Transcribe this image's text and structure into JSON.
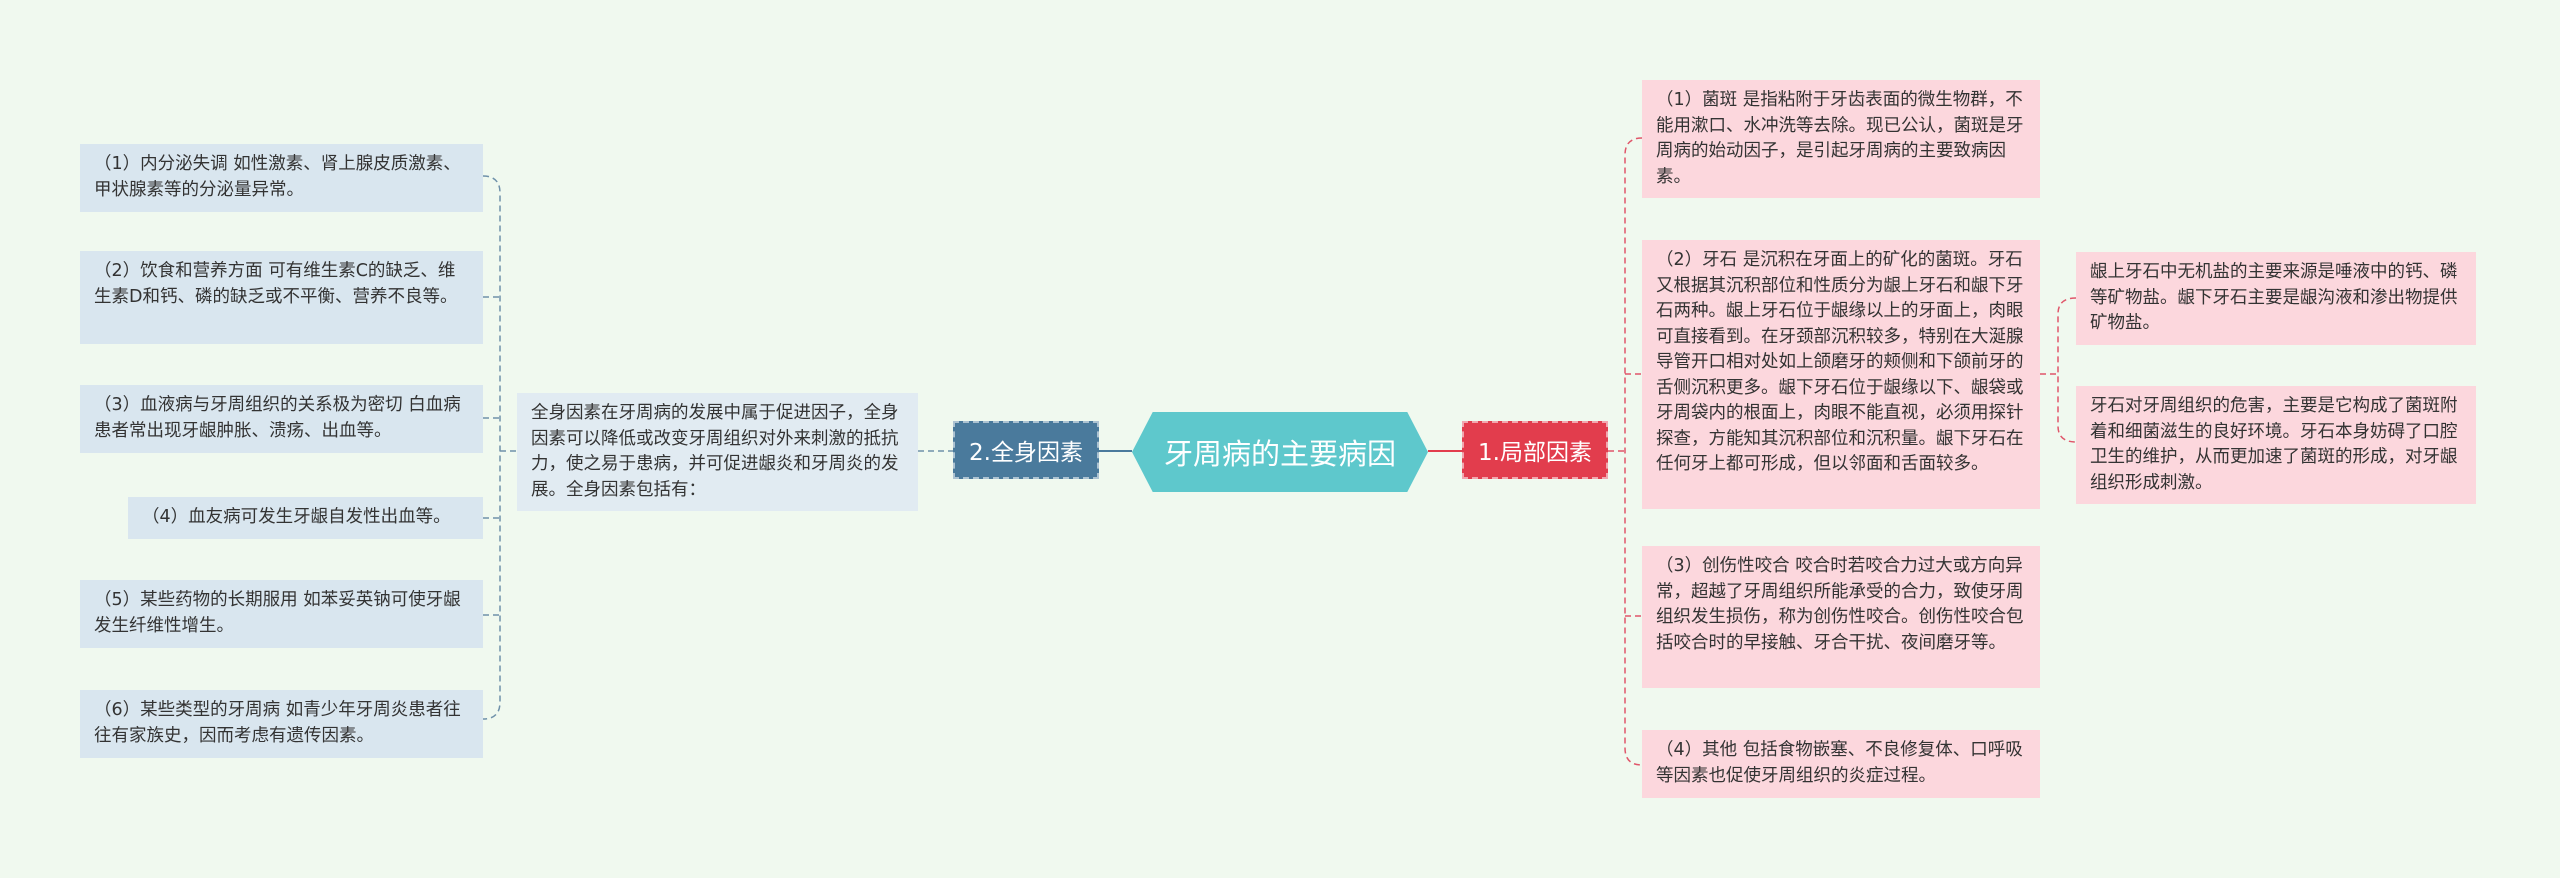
{
  "center": {
    "label": "牙周病的主要病因"
  },
  "right_branch": {
    "label": "1.局部因素",
    "items": [
      {
        "text": "（1）菌斑 是指粘附于牙齿表面的微生物群，不能用漱口、水冲洗等去除。现已公认，菌斑是牙周病的始动因子，是引起牙周病的主要致病因素。"
      },
      {
        "text": "（2）牙石 是沉积在牙面上的矿化的菌斑。牙石又根据其沉积部位和性质分为龈上牙石和龈下牙石两种。龈上牙石位于龈缘以上的牙面上，肉眼可直接看到。在牙颈部沉积较多，特别在大涎腺导管开口相对处如上颌磨牙的颊侧和下颌前牙的舌侧沉积更多。龈下牙石位于龈缘以下、龈袋或牙周袋内的根面上，肉眼不能直视，必须用探针探查，方能知其沉积部位和沉积量。龈下牙石在任何牙上都可形成，但以邻面和舌面较多。",
        "children": [
          {
            "text": "龈上牙石中无机盐的主要来源是唾液中的钙、磷等矿物盐。龈下牙石主要是龈沟液和渗出物提供矿物盐。"
          },
          {
            "text": "牙石对牙周组织的危害，主要是它构成了菌斑附着和细菌滋生的良好环境。牙石本身妨碍了口腔卫生的维护，从而更加速了菌斑的形成，对牙龈组织形成刺激。"
          }
        ]
      },
      {
        "text": "（3）创伤性咬合 咬合时若咬合力过大或方向异常，超越了牙周组织所能承受的合力，致使牙周组织发生损伤，称为创伤性咬合。创伤性咬合包括咬合时的早接触、牙合干扰、夜间磨牙等。"
      },
      {
        "text": "（4）其他 包括食物嵌塞、不良修复体、口呼吸等因素也促使牙周组织的炎症过程。"
      }
    ]
  },
  "left_branch": {
    "label": "2.全身因素",
    "summary": "全身因素在牙周病的发展中属于促进因子，全身因素可以降低或改变牙周组织对外来刺激的抵抗力，使之易于患病，并可促进龈炎和牙周炎的发展。全身因素包括有：",
    "items": [
      {
        "text": "（1）内分泌失调 如性激素、肾上腺皮质激素、甲状腺素等的分泌量异常。"
      },
      {
        "text": "（2）饮食和营养方面 可有维生素C的缺乏、维生素D和钙、磷的缺乏或不平衡、营养不良等。"
      },
      {
        "text": "（3）血液病与牙周组织的关系极为密切 白血病患者常出现牙龈肿胀、溃疡、出血等。"
      },
      {
        "text": "（4）血友病可发生牙龈自发性出血等。"
      },
      {
        "text": "（5）某些药物的长期服用 如苯妥英钠可使牙龈发生纤维性增生。"
      },
      {
        "text": "（6）某些类型的牙周病 如青少年牙周炎患者往往有家族史，因而考虑有遗传因素。"
      }
    ]
  },
  "colors": {
    "background": "#f0f9ef",
    "center": "#5ec8cc",
    "right_branch": "#e23d4d",
    "left_branch": "#4a7a9c",
    "right_leaf": "#fcd7dd",
    "left_leaf": "#d9e6ef"
  }
}
